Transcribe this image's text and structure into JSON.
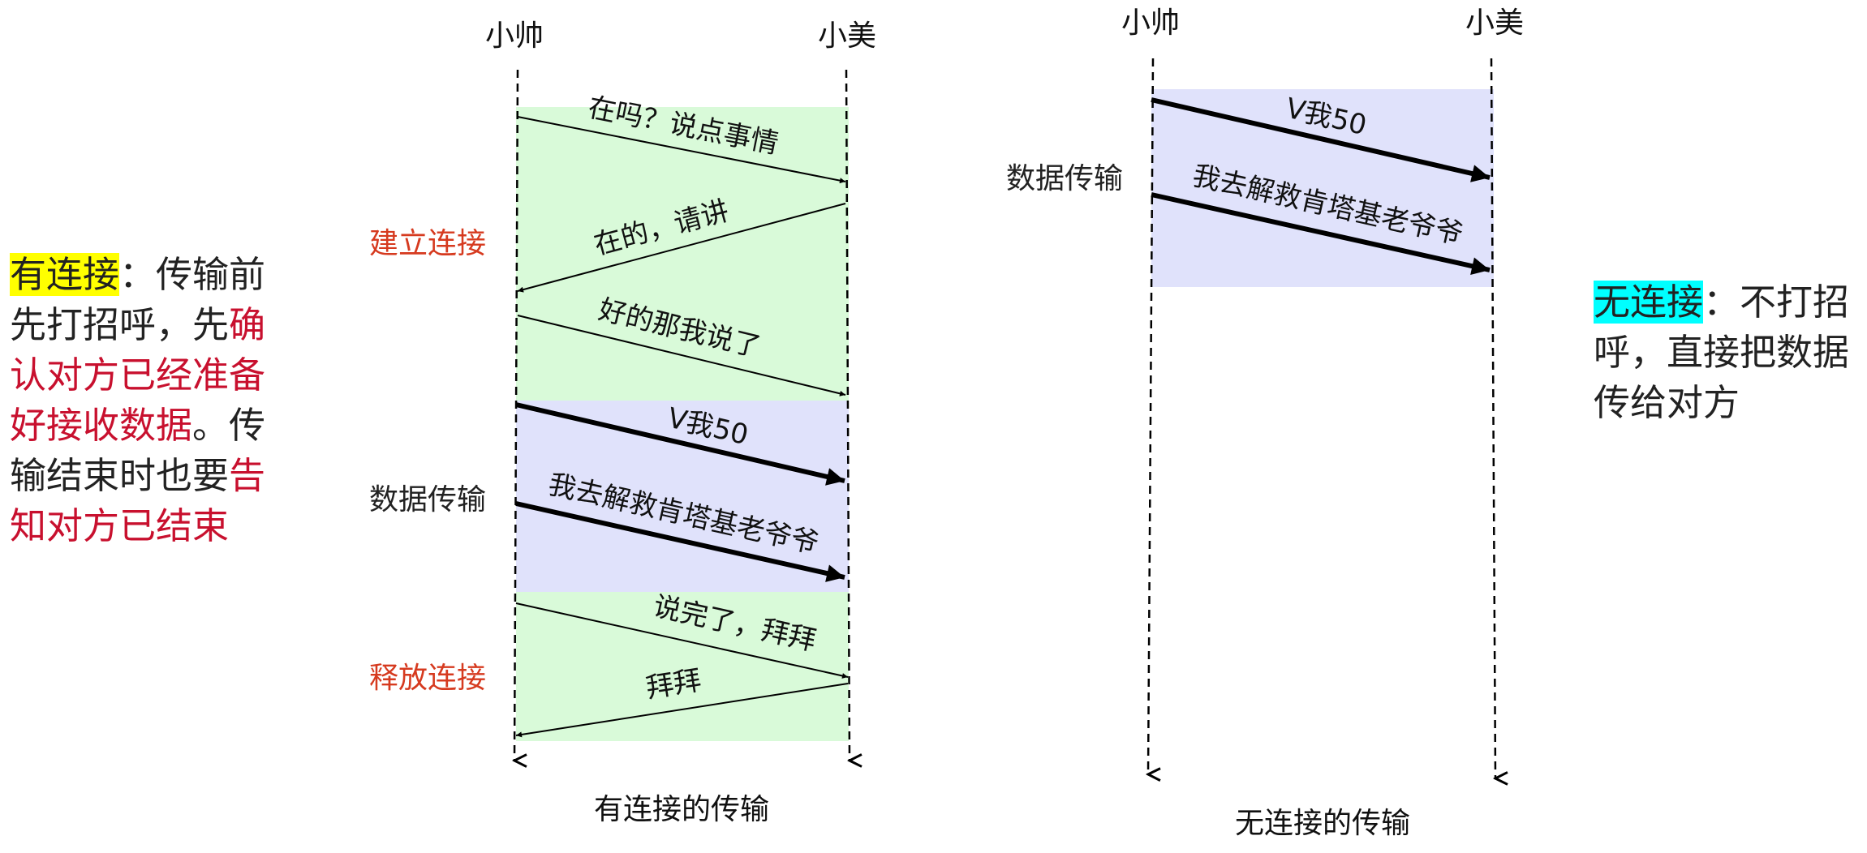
{
  "left_description": {
    "lines": [
      [
        {
          "t": "有连接",
          "s": "hl-yellow"
        },
        {
          "t": "：传输前"
        }
      ],
      [
        {
          "t": "先打招呼，先"
        },
        {
          "t": "确",
          "s": "red"
        }
      ],
      [
        {
          "t": "认对方已经准备",
          "s": "red"
        }
      ],
      [
        {
          "t": "好接收数据",
          "s": "red"
        },
        {
          "t": "。传"
        }
      ],
      [
        {
          "t": "输结束时也要"
        },
        {
          "t": "告",
          "s": "red"
        }
      ],
      [
        {
          "t": "知对方已结束",
          "s": "red"
        }
      ]
    ]
  },
  "right_description": {
    "lines": [
      [
        {
          "t": "无连接",
          "s": "hl-cyan"
        },
        {
          "t": "：不打招"
        }
      ],
      [
        {
          "t": "呼，直接把数据"
        }
      ],
      [
        {
          "t": "传给对方"
        }
      ]
    ]
  },
  "connected_diagram": {
    "sender": "小帅",
    "receiver": "小美",
    "caption": "有连接的传输",
    "phases": [
      {
        "label": "建立连接",
        "color": "#d63a1f"
      },
      {
        "label": "数据传输",
        "color": "#222222"
      },
      {
        "label": "释放连接",
        "color": "#d63a1f"
      }
    ],
    "messages": [
      {
        "text": "在吗？说点事情",
        "direction": "to-receiver",
        "bold": false
      },
      {
        "text": "在的，请讲",
        "direction": "to-sender",
        "bold": false
      },
      {
        "text": "好的那我说了",
        "direction": "to-receiver",
        "bold": false
      },
      {
        "text": "V我50",
        "direction": "to-receiver",
        "bold": true
      },
      {
        "text": "我去解救肯塔基老爷爷",
        "direction": "to-receiver",
        "bold": true
      },
      {
        "text": "说完了，拜拜",
        "direction": "to-receiver",
        "bold": false
      },
      {
        "text": "拜拜",
        "direction": "to-sender",
        "bold": false
      }
    ]
  },
  "connectionless_diagram": {
    "sender": "小帅",
    "receiver": "小美",
    "caption": "无连接的传输",
    "phase_label": "数据传输",
    "messages": [
      {
        "text": "V我50",
        "direction": "to-receiver",
        "bold": true
      },
      {
        "text": "我去解救肯塔基老爷爷",
        "direction": "to-receiver",
        "bold": true
      }
    ]
  },
  "colors": {
    "setup_release_band": "#d9fad9",
    "data_band": "#e0e2fb",
    "highlight_yellow": "#ffff00",
    "highlight_cyan": "#00ffff",
    "emphasis_red": "#c8102e",
    "phase_red": "#d63a1f"
  }
}
